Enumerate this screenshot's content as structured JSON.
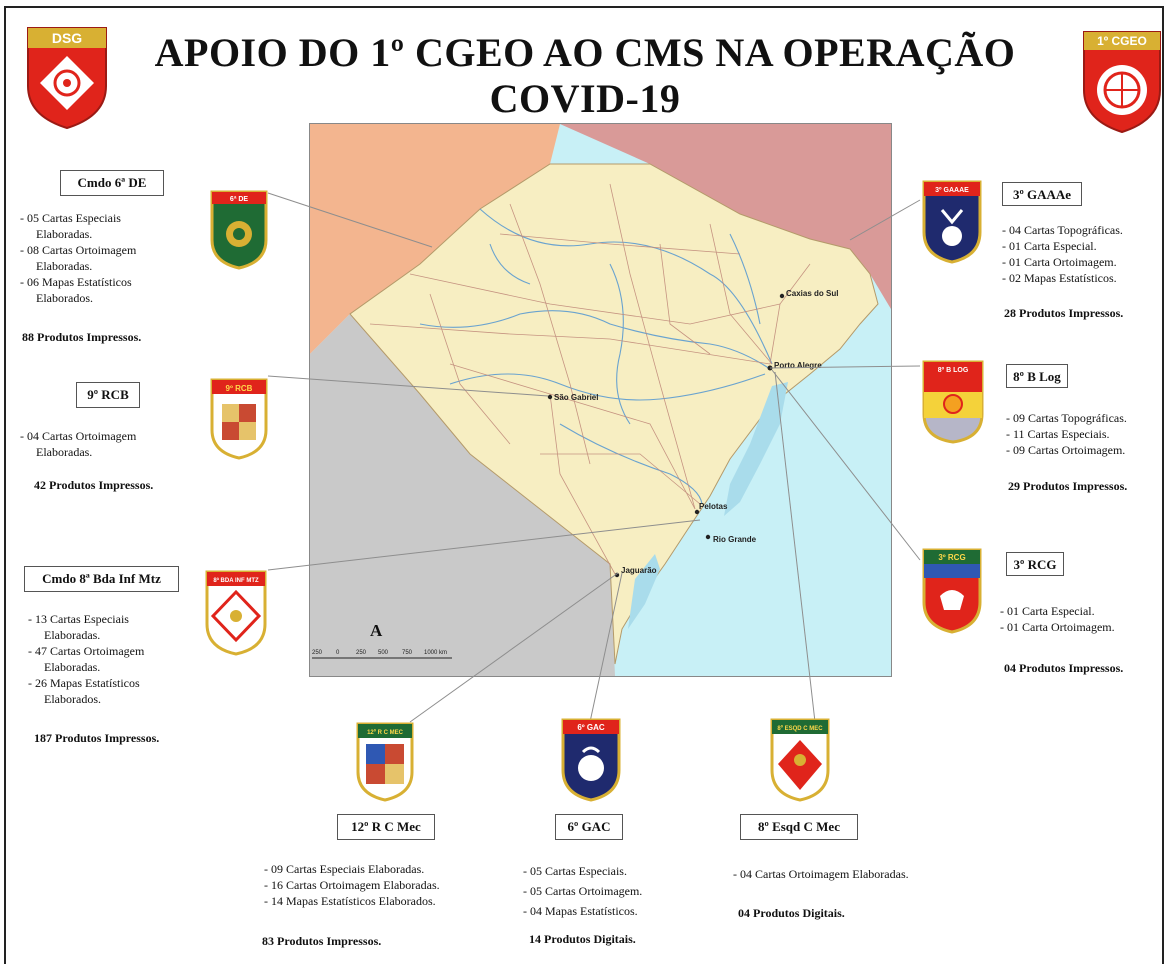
{
  "title": {
    "line1": "APOIO DO 1º CGEO AO CMS NA OPERAÇÃO",
    "line2": "COVID-19"
  },
  "emblems": {
    "left": "DSG",
    "right": "1º CGEO"
  },
  "map": {
    "cities": [
      "Caxias do Sul",
      "Porto Alegre",
      "São Gabriel",
      "Pelotas",
      "Rio Grande",
      "Jaguarão"
    ],
    "north_symbol": "A",
    "scale_ticks": [
      "250",
      "0",
      "250",
      "500",
      "750",
      "1000 km"
    ]
  },
  "units": {
    "cmdo6de": {
      "name": "Cmdo 6ª DE",
      "badge": "6ª DE",
      "items": [
        "- 05 Cartas Especiais",
        "Elaboradas.",
        "- 08 Cartas Ortoimagem",
        "Elaboradas.",
        "- 06 Mapas Estatísticos",
        "Elaborados."
      ],
      "total": "88 Produtos Impressos."
    },
    "rcb9": {
      "name": "9º RCB",
      "badge": "9º RCB",
      "items": [
        "- 04 Cartas Ortoimagem",
        "Elaboradas."
      ],
      "total": "42 Produtos Impressos."
    },
    "bda8": {
      "name": "Cmdo 8ª Bda Inf Mtz",
      "badge": "8ª BDA INF MTZ",
      "items": [
        "- 13 Cartas Especiais",
        "Elaboradas.",
        "- 47 Cartas Ortoimagem",
        "Elaboradas.",
        "- 26 Mapas Estatísticos",
        "Elaborados."
      ],
      "total": "187 Produtos Impressos."
    },
    "gaaae3": {
      "name": "3º GAAAe",
      "badge": "3º GAAAE",
      "items": [
        "- 04 Cartas Topográficas.",
        "- 01 Carta Especial.",
        "- 01 Carta Ortoimagem.",
        "- 02 Mapas Estatísticos."
      ],
      "total": "28 Produtos Impressos."
    },
    "blog8": {
      "name": "8º B Log",
      "badge": "8º B LOG",
      "items": [
        "- 09 Cartas Topográficas.",
        "- 11 Cartas Especiais.",
        "- 09 Cartas Ortoimagem."
      ],
      "total": "29 Produtos Impressos."
    },
    "rcg3": {
      "name": "3º RCG",
      "badge": "3º RCG",
      "items": [
        "- 01 Carta Especial.",
        "- 01 Carta Ortoimagem."
      ],
      "total": "04 Produtos Impressos."
    },
    "rcmec12": {
      "name": "12º R C Mec",
      "badge": "12º R C MEC",
      "items": [
        "- 09 Cartas Especiais Elaboradas.",
        "- 16 Cartas Ortoimagem Elaboradas.",
        "- 14 Mapas Estatísticos Elaborados."
      ],
      "total": "83 Produtos Impressos."
    },
    "gac6": {
      "name": "6º GAC",
      "badge": "6º GAC",
      "items": [
        "- 05 Cartas Especiais.",
        "- 05 Cartas Ortoimagem.",
        "- 04 Mapas Estatísticos."
      ],
      "total": "14 Produtos Digitais."
    },
    "esqd8": {
      "name": "8º Esqd C Mec",
      "badge": "8º ESQD C MEC",
      "items": [
        "- 04 Cartas Ortoimagem Elaboradas."
      ],
      "total": "04 Produtos Digitais."
    }
  },
  "colors": {
    "land": "#f7eec2",
    "sea": "#c8f0f6",
    "uruguay": "#c9c9c9",
    "argentina": "#f3b58f",
    "santa_catarina": "#d99a98",
    "badge_red": "#e0241b",
    "badge_gold": "#d8b033"
  }
}
